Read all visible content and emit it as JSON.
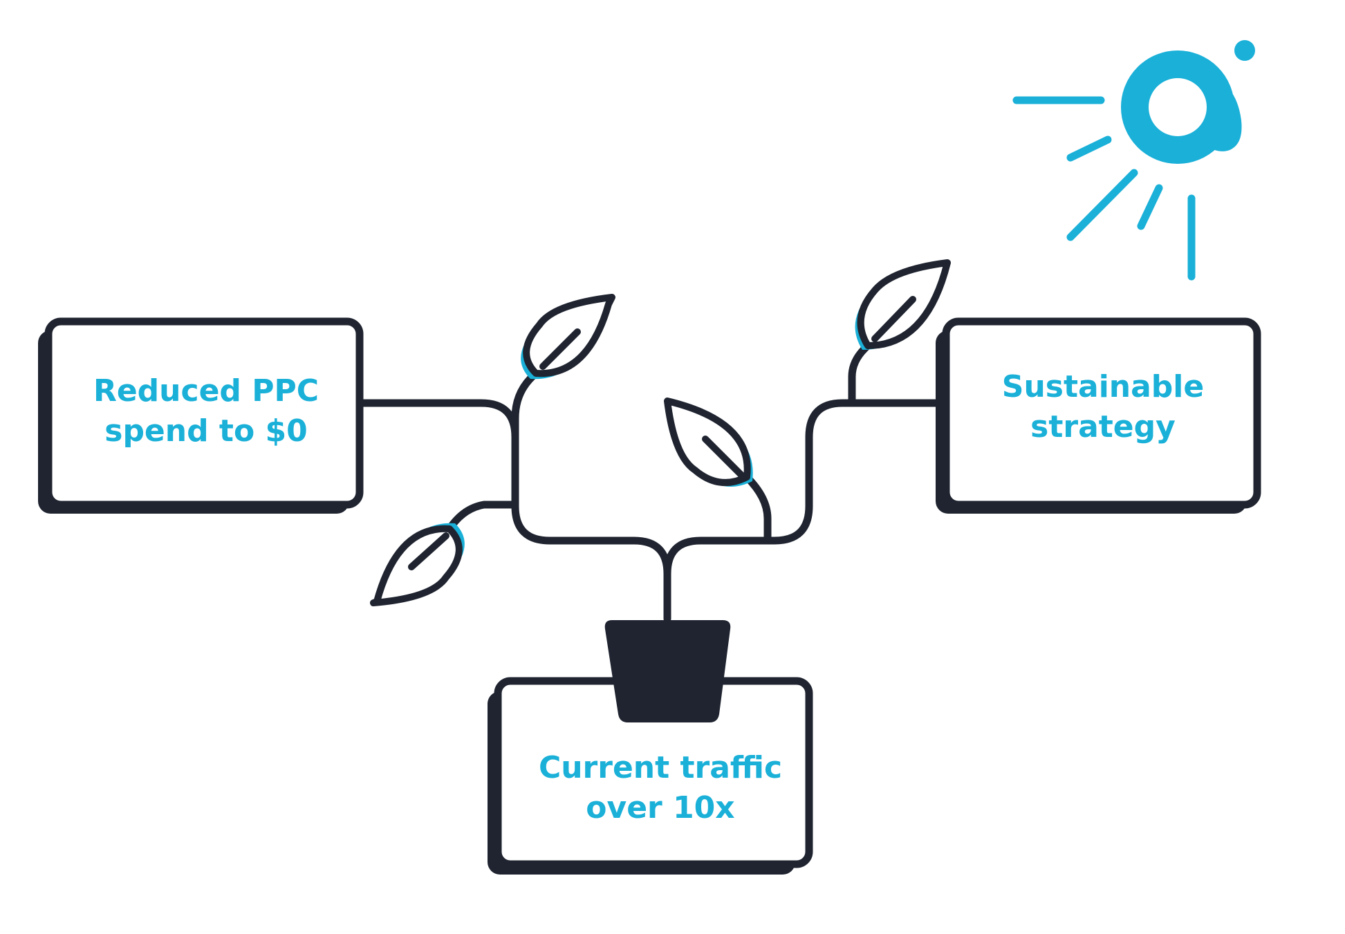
{
  "colors": {
    "outline": "#1f2430",
    "accent": "#1ab0d8",
    "background": "#ffffff"
  },
  "boxes": {
    "left": {
      "line1": "Reduced PPC",
      "line2": "spend to $0"
    },
    "right": {
      "line1": "Sustainable",
      "line2": "strategy"
    },
    "bottom": {
      "line1": "Current traffic",
      "line2": "over 10x"
    }
  },
  "icons": {
    "sun": "sun-icon",
    "plant_pot": "plant-pot-icon",
    "leaf": "leaf-icon"
  }
}
